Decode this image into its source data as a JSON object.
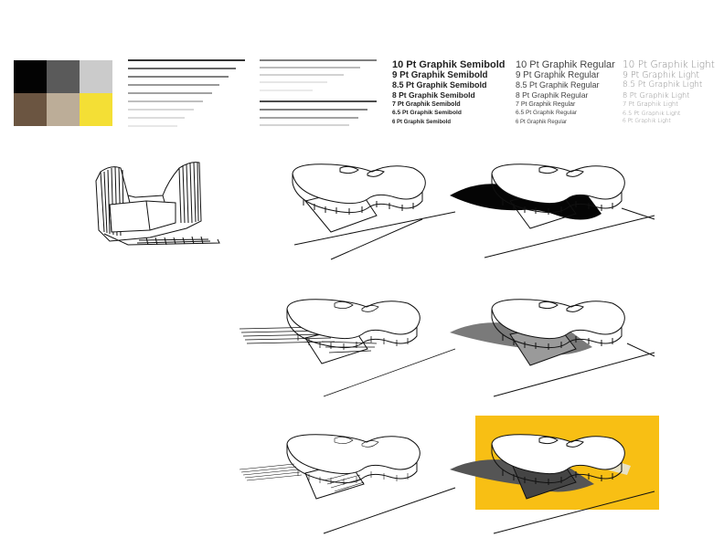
{
  "palette": [
    {
      "name": "black",
      "hex": "#030303"
    },
    {
      "name": "dark-gray",
      "hex": "#5a5a5a"
    },
    {
      "name": "light-gray",
      "hex": "#cbcbcb"
    },
    {
      "name": "brown",
      "hex": "#6b5541"
    },
    {
      "name": "tan",
      "hex": "#bcad98"
    },
    {
      "name": "yellow",
      "hex": "#f4df35"
    }
  ],
  "highlight_color": "#f8bf14",
  "shadow_dark": "#050505",
  "shadow_mid": "#7a7a7a",
  "type_specimens": {
    "semibold": [
      "10 Pt Graphik Semibold",
      "9 Pt Graphik Semibold",
      "8.5 Pt Graphik Semibold",
      "8 Pt Graphik Semibold",
      "7 Pt Graphik Semibold",
      "6.5 Pt Graphik Semibold",
      "6 Pt Graphik Semibold"
    ],
    "regular": [
      "10 Pt Graphik Regular",
      "9 Pt Graphik Regular",
      "8.5 Pt Graphik Regular",
      "8 Pt Graphik Regular",
      "7 Pt Graphik Regular",
      "6.5 Pt Graphik Regular",
      "6 Pt Graphik Regular"
    ],
    "light": [
      "10 Pt Graphik Light",
      "9 Pt Graphik Light",
      "8.5 Pt Graphik Light",
      "8 Pt Graphik Light",
      "7 Pt Graphik Light",
      "6.5 Pt Graphik Light",
      "6 Pt Graphik Light"
    ]
  }
}
